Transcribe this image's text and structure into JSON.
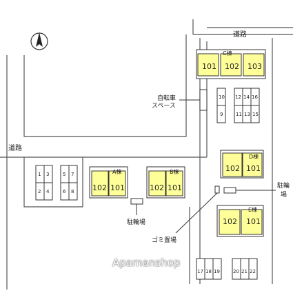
{
  "labels": {
    "road_top": "道路",
    "road_left": "道路",
    "bicycle_space_line1": "自転車",
    "bicycle_space_line2": "スペース",
    "bike_parking_left": "駐輪場",
    "bike_parking_right_line1": "駐輪",
    "bike_parking_right_line2": "場",
    "garbage": "ゴミ置場",
    "watermark": "Apamanshop"
  },
  "buildings": {
    "C": {
      "name": "C棟",
      "units": [
        "101",
        "102",
        "103"
      ]
    },
    "A": {
      "name": "A棟",
      "units": [
        "102",
        "101"
      ]
    },
    "B": {
      "name": "B棟",
      "units": [
        "102",
        "101"
      ]
    },
    "D": {
      "name": "D棟",
      "units": [
        "102",
        "101"
      ]
    },
    "E": {
      "name": "E棟",
      "units": [
        "102",
        "101"
      ]
    }
  },
  "parking": {
    "top_right": {
      "col1": [
        "10",
        "9"
      ],
      "col2": [
        "12",
        "11"
      ],
      "col3": [
        "14",
        "13"
      ],
      "col4": [
        "16",
        "15"
      ]
    },
    "left_a": [
      "1",
      "3",
      "2",
      "4"
    ],
    "left_b": [
      "5",
      "7",
      "6",
      "8"
    ],
    "bottom": [
      "17",
      "18",
      "19",
      "20",
      "21",
      "22"
    ]
  },
  "colors": {
    "unit_fill": "#ffff99",
    "outline": "#333333",
    "road_edge": "#555555"
  },
  "icons": {
    "north": "north-arrow-icon"
  }
}
